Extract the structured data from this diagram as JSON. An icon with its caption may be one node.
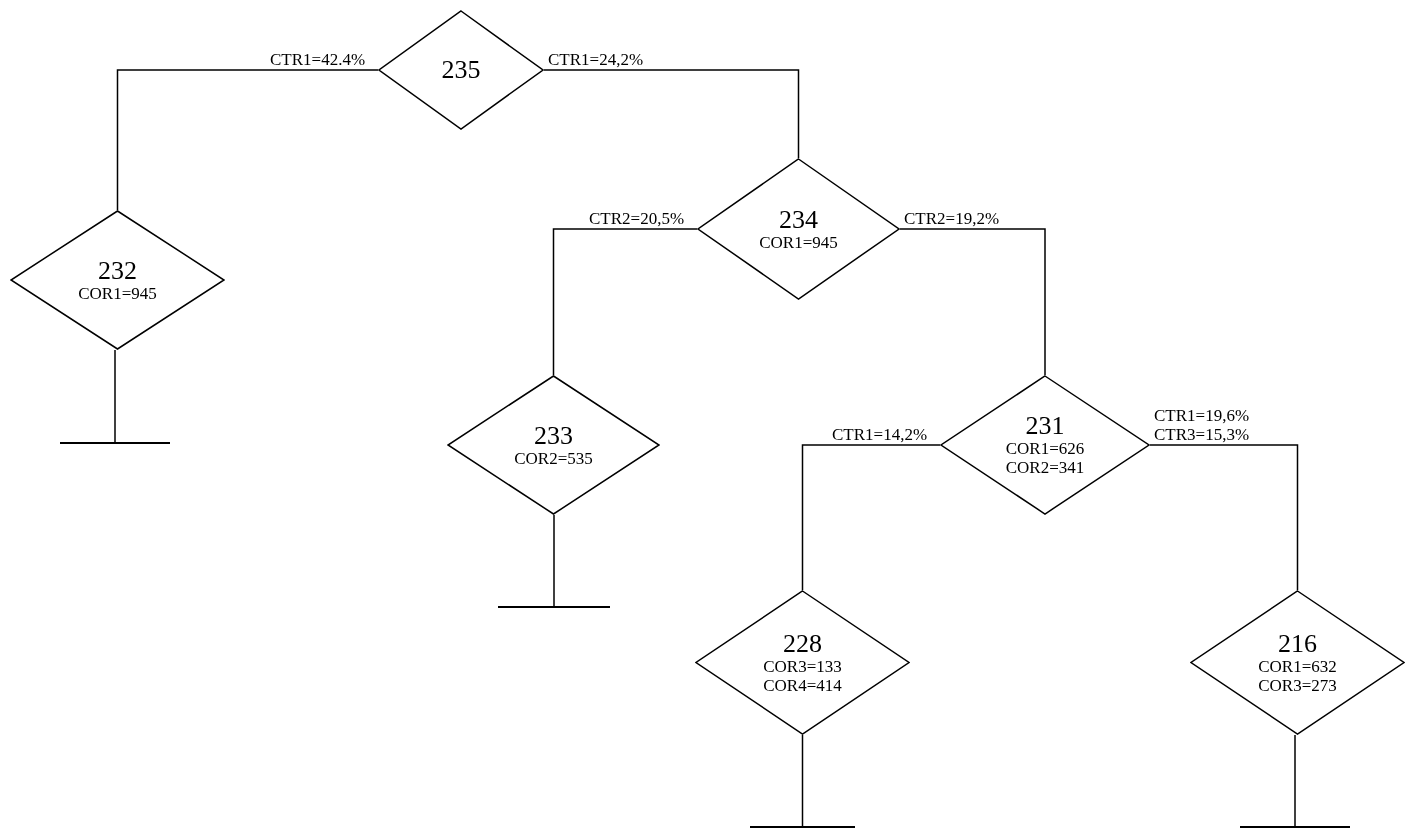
{
  "diagram": {
    "nodes": [
      {
        "text": [
          "235"
        ]
      },
      {
        "text": [
          "232",
          "COR1=945"
        ]
      },
      {
        "text": [
          "234",
          "COR1=945"
        ]
      },
      {
        "text": [
          "233",
          "COR2=535"
        ]
      },
      {
        "text": [
          "231",
          "COR1=626 COR2=341"
        ]
      },
      {
        "text": [
          "228",
          "COR3=133 COR4=414"
        ]
      },
      {
        "text": [
          "216",
          "COR1=632 COR3=273"
        ]
      },
      {
        "text": [],
        "shape": "bar"
      },
      {
        "text": [],
        "shape": "bar"
      },
      {
        "text": [],
        "shape": "bar"
      },
      {
        "text": [],
        "shape": "bar"
      }
    ],
    "edges": [
      {
        "from": 0,
        "to": 1,
        "arrow": "none",
        "label": "CTR1=42.4%"
      },
      {
        "from": 0,
        "to": 2,
        "arrow": "none",
        "label": "CTR1=24,2%"
      },
      {
        "from": 2,
        "to": 3,
        "arrow": "none",
        "label": "CTR2=20,5%"
      },
      {
        "from": 2,
        "to": 4,
        "arrow": "none",
        "label": "CTR2=19,2%"
      },
      {
        "from": 4,
        "to": 5,
        "arrow": "none",
        "label": "CTR1=14,2%"
      },
      {
        "from": 4,
        "to": 6,
        "arrow": "none",
        "label": "CTR1=19,6% CTR3=15,3%"
      },
      {
        "from": 1,
        "to": 7,
        "arrow": "none"
      },
      {
        "from": 3,
        "to": 8,
        "arrow": "none"
      },
      {
        "from": 5,
        "to": 9,
        "arrow": "none"
      },
      {
        "from": 6,
        "to": 10,
        "arrow": "none"
      }
    ]
  }
}
